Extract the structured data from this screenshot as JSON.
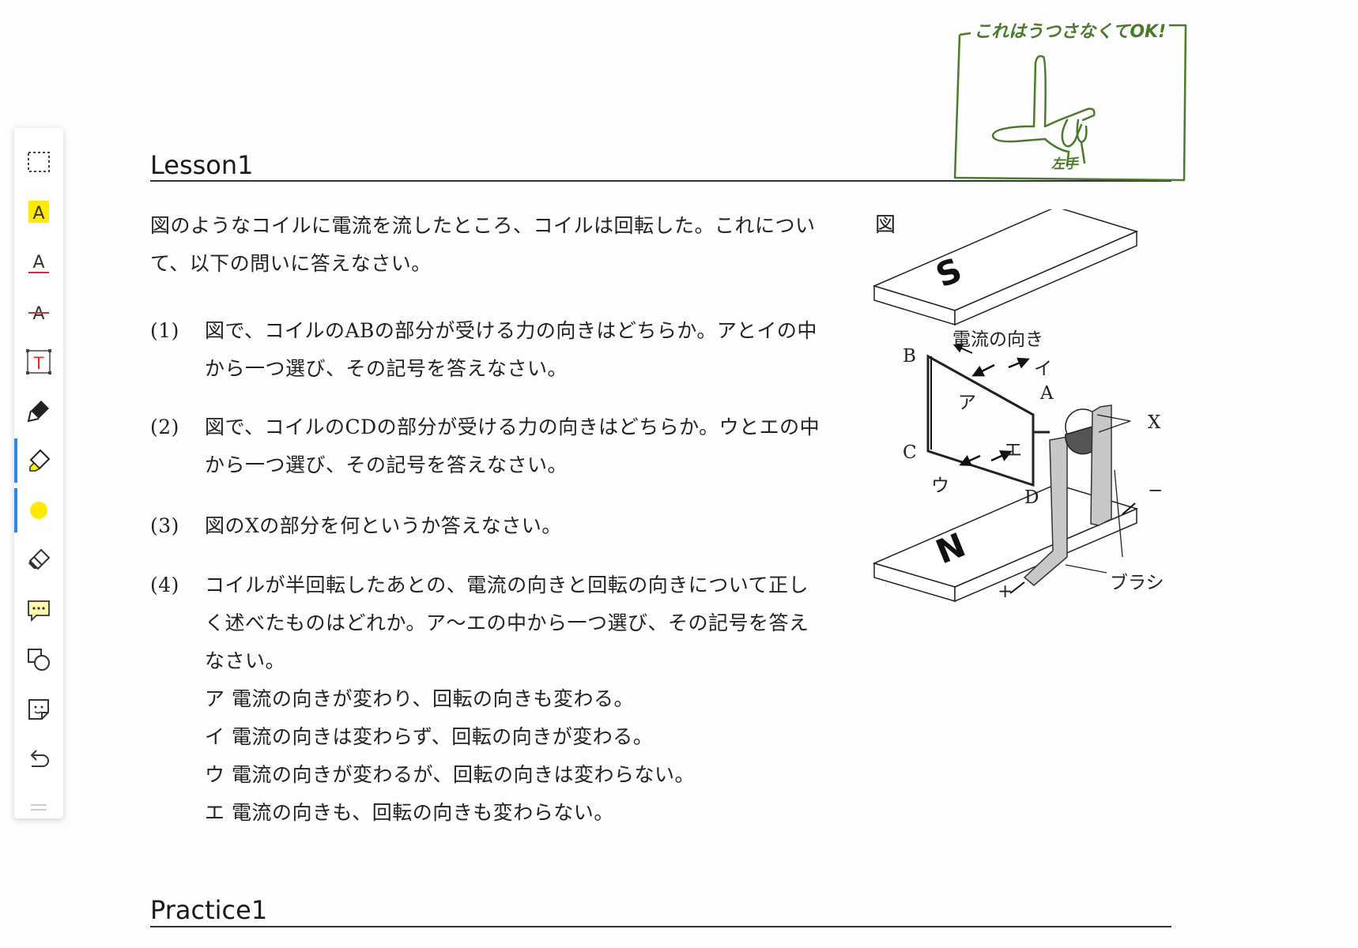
{
  "colors": {
    "accent": "#2b8ae6",
    "highlight_yellow": "#ffeb00",
    "annotation_green": "#4a7a2a",
    "text_red": "#d32f2f"
  },
  "toolbar": {
    "tools": [
      {
        "name": "select-tool",
        "icon": "dashed-rectangle-icon"
      },
      {
        "name": "highlight-text-tool",
        "icon": "highlighted-a-icon",
        "glyph": "A"
      },
      {
        "name": "underline-tool",
        "icon": "underlined-a-icon",
        "glyph": "A"
      },
      {
        "name": "strikethrough-tool",
        "icon": "strikethrough-a-icon",
        "glyph": "A"
      },
      {
        "name": "text-box-tool",
        "icon": "text-box-icon",
        "glyph": "T"
      },
      {
        "name": "pen-tool",
        "icon": "pen-icon"
      },
      {
        "name": "highlighter-tool",
        "icon": "highlighter-icon",
        "active": true
      },
      {
        "name": "color-picker",
        "icon": "yellow-dot-icon",
        "active": true
      },
      {
        "name": "eraser-tool",
        "icon": "eraser-icon"
      },
      {
        "name": "comment-tool",
        "icon": "comment-icon"
      },
      {
        "name": "shapes-tool",
        "icon": "shapes-icon"
      },
      {
        "name": "sticker-tool",
        "icon": "sticker-icon"
      },
      {
        "name": "undo-button",
        "icon": "undo-icon"
      }
    ]
  },
  "lesson": {
    "title": "Lesson1",
    "intro": "図のようなコイルに電流を流したところ、コイルは回転した。これについて、以下の問いに答えなさい。",
    "questions": [
      {
        "number": "(1)",
        "lines": [
          "図で、コイルのABの部分が受ける力の向きはどちらか。アとイの中",
          "から一つ選び、その記号を答えなさい。"
        ]
      },
      {
        "number": "(2)",
        "lines": [
          "図で、コイルのCDの部分が受ける力の向きはどちらか。ウとエの中",
          "から一つ選び、その記号を答えなさい。"
        ]
      },
      {
        "number": "(3)",
        "lines": [
          "図のXの部分を何というか答えなさい。"
        ]
      },
      {
        "number": "(4)",
        "lines": [
          "コイルが半回転したあとの、電流の向きと回転の向きについて正し",
          "く述べたものはどれか。ア〜エの中から一つ選び、その記号を答え",
          "なさい。",
          "ア 電流の向きが変わり、回転の向きも変わる。",
          "イ 電流の向きは変わらず、回転の向きが変わる。",
          "ウ 電流の向きが変わるが、回転の向きは変わらない。",
          "エ 電流の向きも、回転の向きも変わらない。"
        ]
      }
    ]
  },
  "figure": {
    "label": "図",
    "magnet_top": "S",
    "magnet_bottom": "N",
    "current_label": "電流の向き",
    "point_a": "A",
    "point_b": "B",
    "point_c": "C",
    "point_d": "D",
    "arrow_a": "ア",
    "arrow_i": "イ",
    "arrow_u": "ウ",
    "arrow_e": "エ",
    "commutator": "X",
    "brush": "ブラシ",
    "plus": "+",
    "minus": "−"
  },
  "annotation": {
    "note": "これはうつさなくてOK!",
    "hand_label": "左手"
  },
  "practice": {
    "title": "Practice1"
  }
}
